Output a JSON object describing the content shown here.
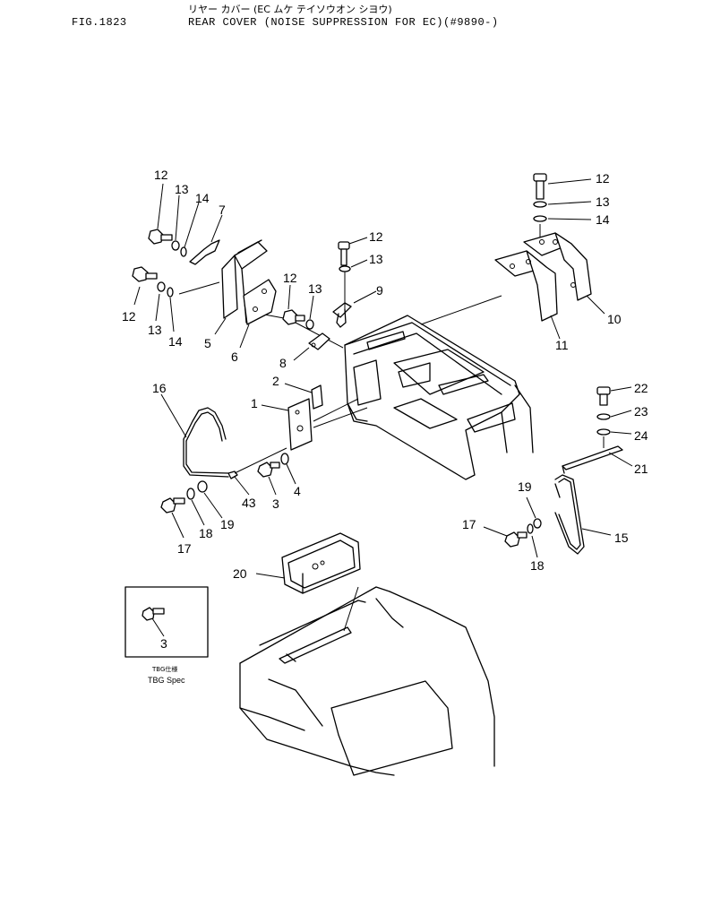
{
  "header": {
    "figure": "FIG.1823",
    "title_jp": "リヤー カバー (EC ムケ テイソウオン シヨウ)",
    "title_en": "REAR COVER (NOISE SUPPRESSION FOR EC)(#9890-)"
  },
  "callouts": [
    "12",
    "13",
    "14",
    "7",
    "12",
    "13",
    "14",
    "5",
    "6",
    "12",
    "13",
    "8",
    "12",
    "13",
    "9",
    "2",
    "1",
    "16",
    "43",
    "3",
    "4",
    "17",
    "18",
    "19",
    "12",
    "13",
    "14",
    "10",
    "11",
    "22",
    "23",
    "24",
    "21",
    "19",
    "17",
    "18",
    "15",
    "20",
    "3"
  ],
  "inset": {
    "label_jp": "TBG仕様",
    "label_en": "TBG Spec"
  }
}
